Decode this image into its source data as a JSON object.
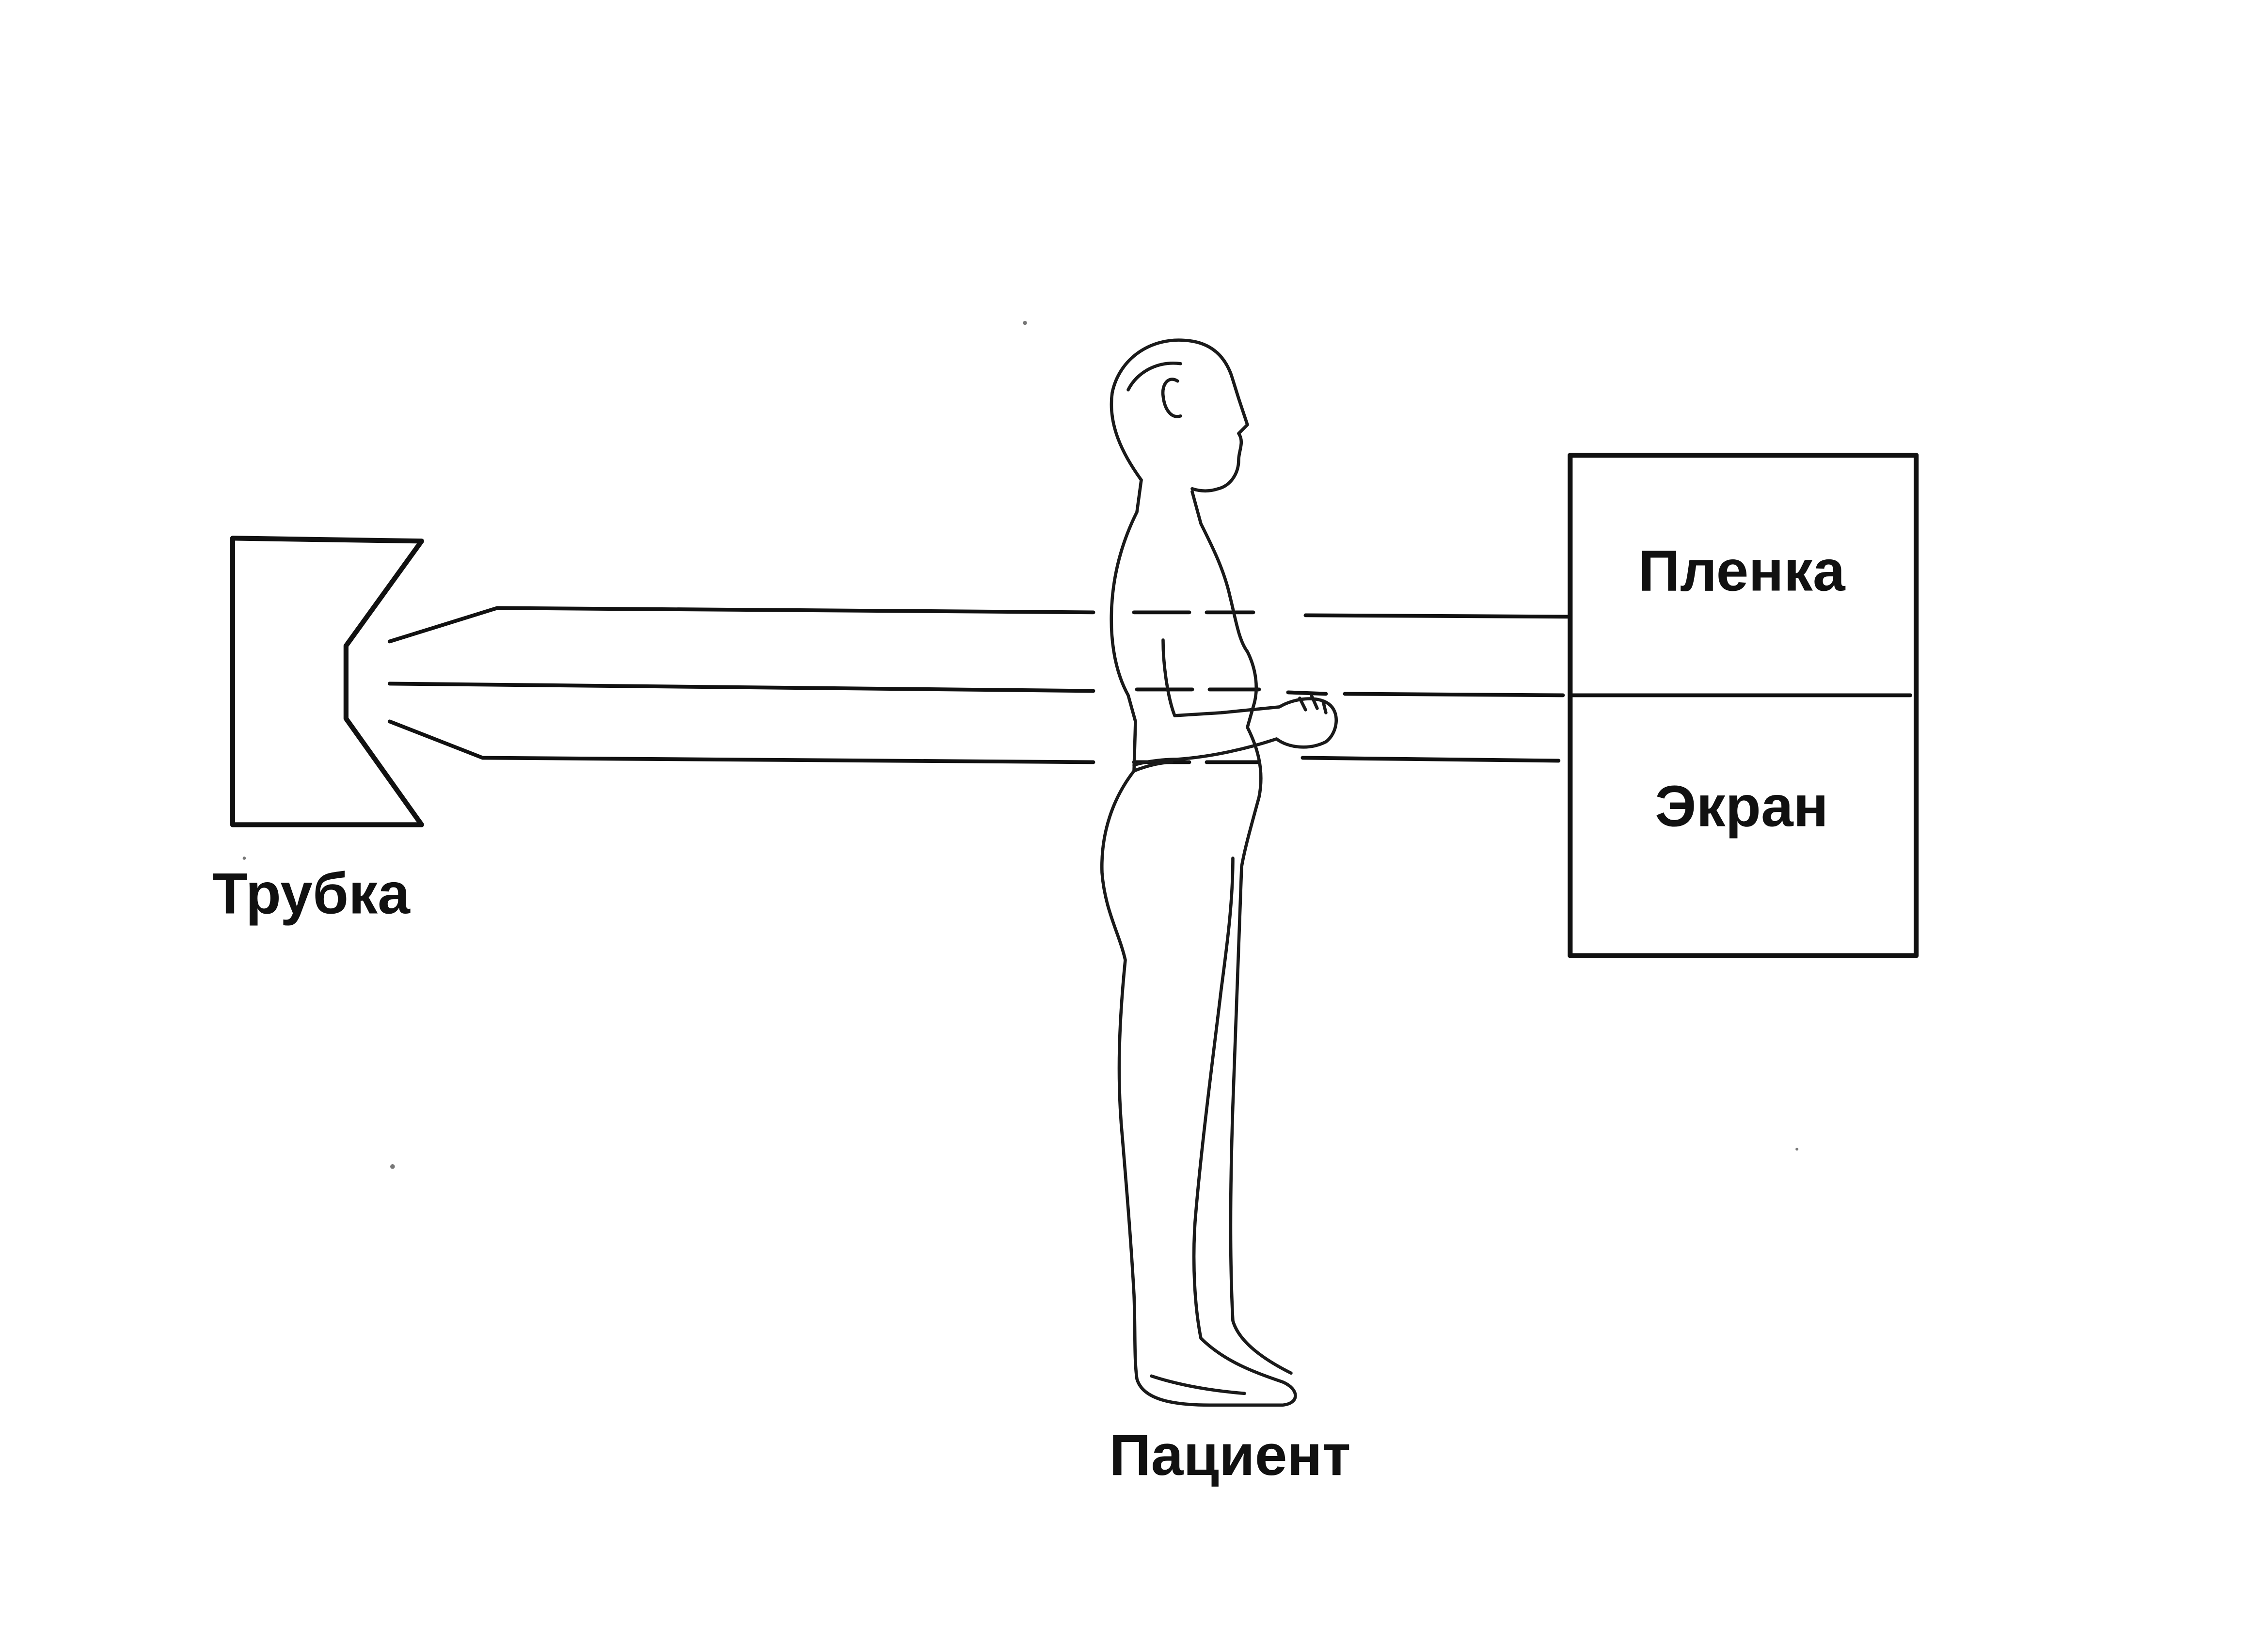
{
  "labels": {
    "tube": "Трубка",
    "patient": "Пациент",
    "film": "Пленка",
    "screen": "Экран"
  }
}
